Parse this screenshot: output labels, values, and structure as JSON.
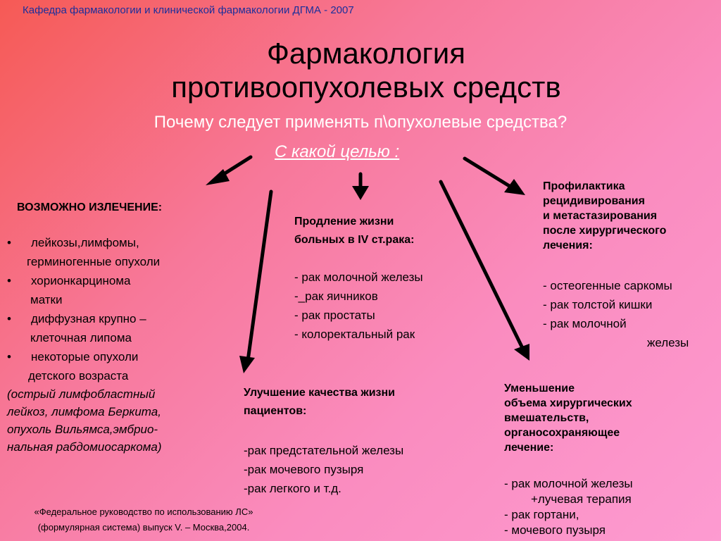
{
  "header": "Кафедра  фармакологии и клинической фармакологии ДГМА - 2007",
  "title_line1": "Фармакология",
  "title_line2": "противоопухолевых средств",
  "question": "Почему следует применять п\\опухолевые средства?",
  "goal": "С какой целью :",
  "cure": {
    "heading": "ВОЗМОЖНО   ИЗЛЕЧЕНИЕ",
    "colon": ":",
    "items": [
      {
        "bullet": "•",
        "line1": "лейкозы,лимфомы,",
        "line2": "герминогенные опухоли"
      },
      {
        "bullet": "•",
        "line1": "хориoнкарцинома",
        "line2": "матки"
      },
      {
        "bullet": "•",
        "line1": "диффузная крупно –",
        "line2": "клеточная липома"
      },
      {
        "bullet": "•",
        "line1": "некоторые опухоли",
        "line2": "детского возраста"
      }
    ],
    "italic_lines": [
      "(острый лимфобластный",
      "лейкоз, лимфома Беркита,",
      "опухоль Вильямса,эмбрио-",
      "нальная рабдомиосаркома)"
    ]
  },
  "prolong": {
    "heading_lines": [
      "Продление жизни",
      "больных в IV ст.рака:"
    ],
    "items": [
      "-  рак молочной железы",
      "-_рак яичников",
      "-  рак простаты",
      "-  колоректальный рак"
    ]
  },
  "prevent": {
    "heading_lines": [
      "Профилактика",
      "рецидивирования",
      "и метастазирования",
      "после хирургического",
      "лечения:"
    ],
    "items": [
      "-  остеогенные саркомы",
      "-  рак толстой кишки",
      "-  рак молочной"
    ],
    "item_cont": "железы"
  },
  "quality": {
    "heading_lines": [
      "Улучшение качества жизни",
      "пациентов:"
    ],
    "items": [
      "-рак предстательной железы",
      "-рак мочевого пузыря",
      "-рак легкого и т.д."
    ]
  },
  "reduce": {
    "heading_lines": [
      "Уменьшение",
      "объема хирургических",
      "вмешательств,",
      "органосохраняющее",
      "лечение:"
    ],
    "items": [
      "-  рак молочной  железы",
      "+лучевая терапия",
      "-  рак гортани,",
      "-   мочевого пузыря"
    ]
  },
  "footer_line1": "«Федеральное руководство по использованию ЛС»",
  "footer_line2": "(формулярная система) выпуск V. – Москва,2004."
}
